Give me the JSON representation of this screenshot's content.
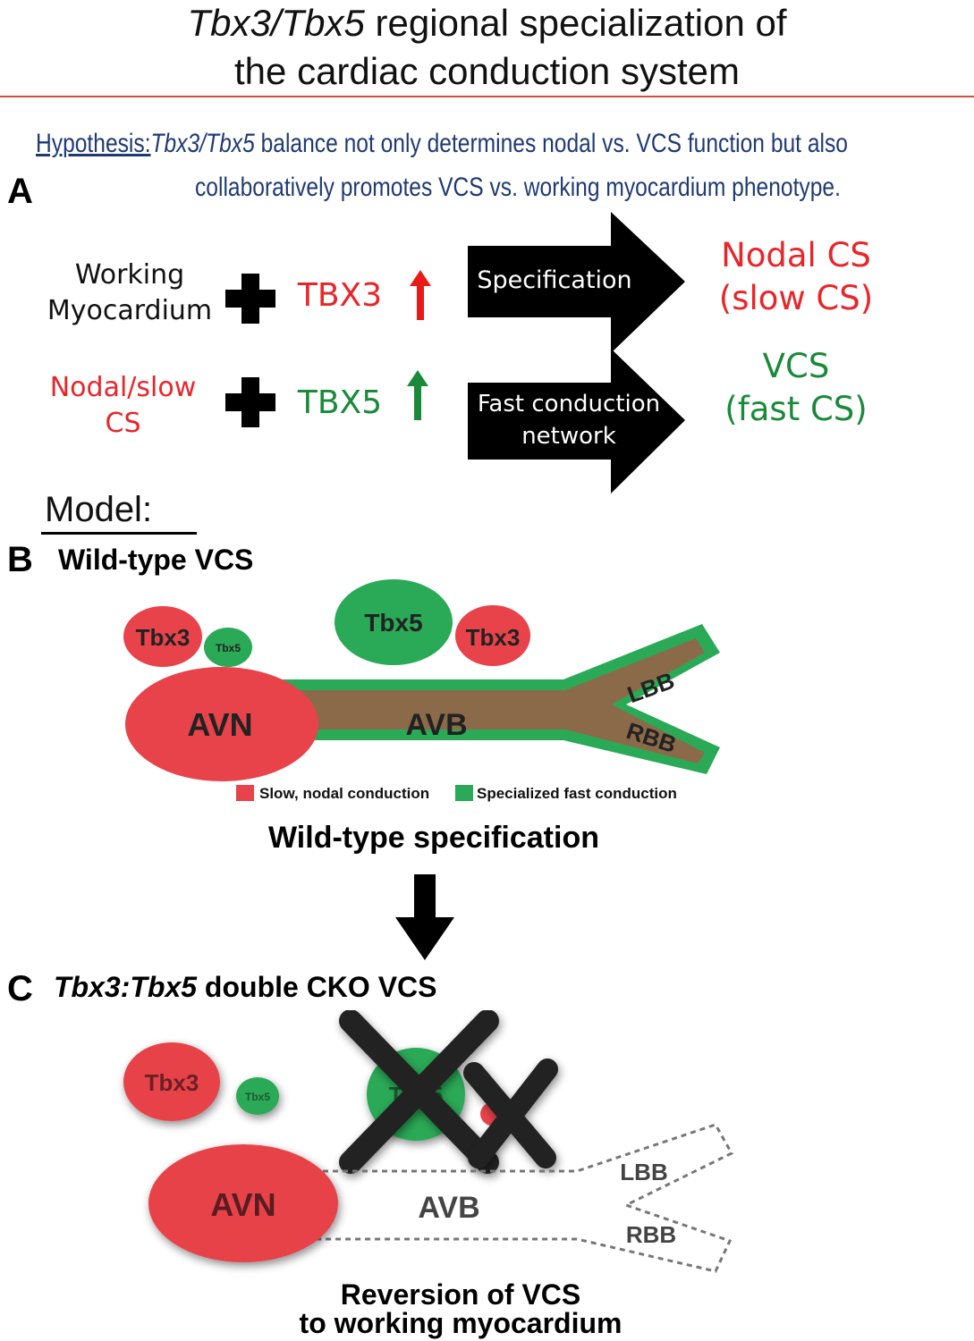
{
  "title": {
    "line1_italic": "Tbx3/Tbx5",
    "line1_rest": " regional specialization of",
    "line2": "the cardiac conduction system"
  },
  "hypothesis": {
    "label": "Hypothesis:",
    "line1_italic": "Tbx3/Tbx5",
    "line1_rest": " balance not only determines nodal vs. VCS function but also",
    "line2": "collaboratively promotes VCS vs. working myocardium phenotype."
  },
  "panel_a": {
    "letter": "A",
    "row1": {
      "input_line1": "Working",
      "input_line2": "Myocardium",
      "factor": "TBX3",
      "process": "Specification",
      "output_line1": "Nodal CS",
      "output_line2": "(slow CS)"
    },
    "row2": {
      "input_line1": "Nodal/slow",
      "input_line2": "CS",
      "factor": "TBX5",
      "process_line1": "Fast conduction",
      "process_line2": "network",
      "output_line1": "VCS",
      "output_line2": "(fast CS)"
    }
  },
  "model_label": "Model:",
  "panel_b": {
    "letter": "B",
    "heading": "Wild-type VCS",
    "bubbles": {
      "tbx3_left": "Tbx3",
      "tbx5_small": "Tbx5",
      "tbx5_large": "Tbx5",
      "tbx3_right": "Tbx3"
    },
    "structures": {
      "avn": "AVN",
      "avb": "AVB",
      "lbb": "LBB",
      "rbb": "RBB"
    },
    "legend": {
      "slow": "Slow, nodal conduction",
      "fast": "Specialized fast conduction"
    },
    "caption": "Wild-type specification"
  },
  "panel_c": {
    "letter": "C",
    "heading_italic": "Tbx3:Tbx5",
    "heading_rest": " double CKO VCS",
    "bubbles": {
      "tbx3": "Tbx3",
      "tbx5_small": "Tbx5",
      "tbx5_crossed": "Tbx5"
    },
    "structures": {
      "avn": "AVN",
      "avb": "AVB",
      "lbb": "LBB",
      "rbb": "RBB"
    },
    "caption_line1": "Reversion of VCS",
    "caption_line2": "to working myocardium"
  },
  "colors": {
    "red": "#e8434a",
    "green": "#2aa957",
    "brown": "#8b6a4a",
    "navy": "#1f3a73",
    "text_red": "#e8262a",
    "text_green": "#1a8a3a"
  }
}
